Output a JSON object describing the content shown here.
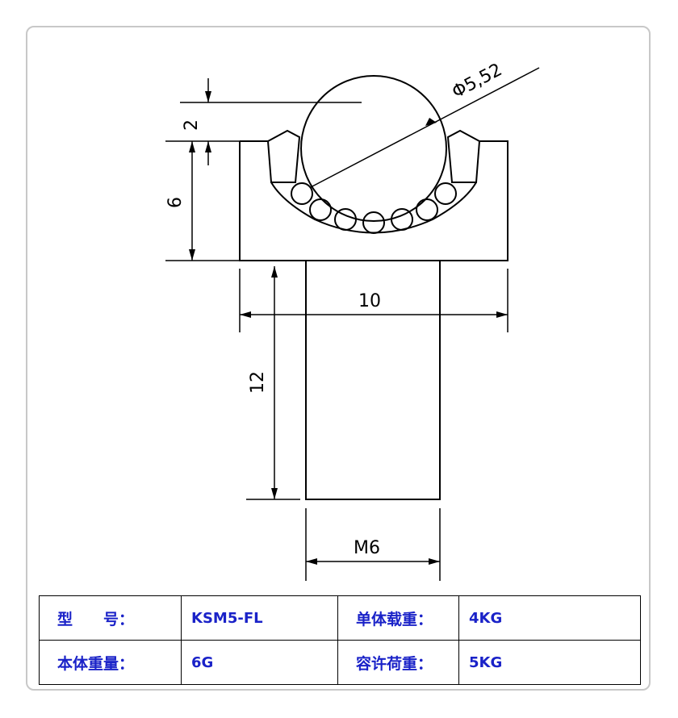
{
  "drawing": {
    "dimensions": {
      "ball_diameter": "Φ5,52",
      "ball_protrusion": "2",
      "body_height": "6",
      "body_width": "10",
      "stud_length": "12",
      "thread": "M6"
    }
  },
  "spec_table": {
    "colors": {
      "text": "#1a22c8",
      "border": "#000000"
    },
    "rows": [
      {
        "label1": "型　　号：",
        "value1": "KSM5-FL",
        "label2": "单体载重：",
        "value2": "4KG"
      },
      {
        "label1": "本体重量：",
        "value1": "6G",
        "label2": "容许荷重：",
        "value2": "5KG"
      }
    ]
  }
}
